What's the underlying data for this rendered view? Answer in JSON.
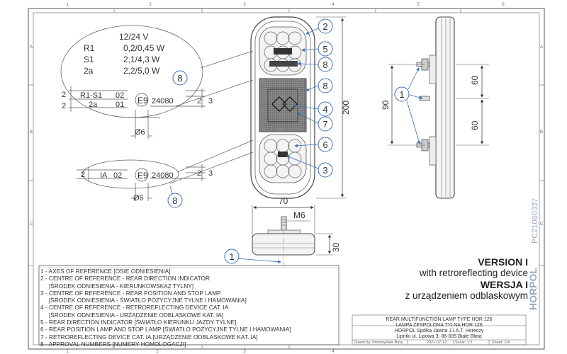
{
  "frame": {
    "columns": [
      "1",
      "2",
      "3",
      "4",
      "5",
      "6"
    ],
    "rows": [
      "A",
      "B",
      "C"
    ]
  },
  "specs": {
    "voltage": "12/24 V",
    "lines": [
      {
        "code": "R1",
        "value": "0,2/0,45 W"
      },
      {
        "code": "S1",
        "value": "2,1/4,3 W"
      },
      {
        "code": "2a",
        "value": "2,2/5,0 W"
      }
    ]
  },
  "approval_1": {
    "row1_code": "R1-S1",
    "row1_num": "02",
    "row2_code": "2a",
    "row2_num": "01",
    "mark": "E9",
    "number": "24080",
    "diameter": "Ø6",
    "dim_left_top": "2",
    "dim_left_bottom": "2",
    "dim_right_1": "2",
    "dim_right_2": "3"
  },
  "approval_2": {
    "code": "IA",
    "num": "02",
    "mark": "E9",
    "number": "24080",
    "diameter": "Ø6",
    "dim_left": "2",
    "dim_right_1": "2",
    "dim_right_2": "3"
  },
  "callouts": [
    "2",
    "5",
    "8",
    "8",
    "4",
    "7",
    "6",
    "3",
    "8",
    "8",
    "1",
    "1"
  ],
  "dimensions": {
    "height": "200",
    "width": "70",
    "depth": "30",
    "thread": "M6",
    "spacing_total": "90",
    "spacing_upper": "60",
    "spacing_lower": "60"
  },
  "legend": [
    "1 - AXES OF REFERENCE [OSIE ODNIESIENIA]",
    "2 - CENTRE OF REFERENCE - REAR DIRECTION INDICATOR",
    "     [ŚRODEK ODNIESIENIA - KIERUNKOWSKAZ TYLNY]",
    "3 - CENTRE OF REFERENCE - REAR POSITION AND STOP LAMP",
    "     [ŚRODEK ODNIESIENIA - ŚWIATŁO POZYCYJNE TYLNE I HAMOWANIA]",
    "4 - CENTRE OF REFERENCE - RETROREFLECTING DEVICE CAT. IA",
    "     [ŚRODEK ODNIESIENIA - URZĄDZENIE ODBLASKOWE KAT. IA]",
    "5 - REAR DIRECTION INDICATOR [ŚWIATŁO KIERUNKU JAZDY TYLNE]",
    "6 - REAR POSITION LAMP AND STOP LAMP [ŚWIATŁO POZYCYJNE TYLNE I HAMOWANIA]",
    "7 - RETROREFLECTING DEVICE CAT. IA [URZĄDZENIE ODBLASKOWE KAT. IA]",
    "8 - APPROVAL NUMBERS [NUMERY HOMOLOGACJI]"
  ],
  "version": {
    "line1": "VERSION I",
    "line2": "with retroreflecting device",
    "line3": "WERSJA I",
    "line4": "z urządzeniem odblaskowym"
  },
  "brand": {
    "name": "HORPOL",
    "code": "PC21060337"
  },
  "titleblock": {
    "title_en": "REAR MULTIFUNCTION LAMP TYPE HOR 126",
    "title_pl": "LAMPA ZESPOLONA TYLNA HOR 126",
    "company": "HORPOL Spółka Jawna   J.I.A.T. Horeczy",
    "address": "Lipniki ul. Lipowa 3, 86-005 Białe Błota",
    "drawn": "Drawn by: Przemysław Bosy",
    "date": "2021-07-12",
    "scale": "Scale: 1:2",
    "sheet": "Sheet: 1/4"
  },
  "colors": {
    "line": "#333333",
    "callout": "#3a6fb5",
    "brand": "#9aa9c2"
  }
}
